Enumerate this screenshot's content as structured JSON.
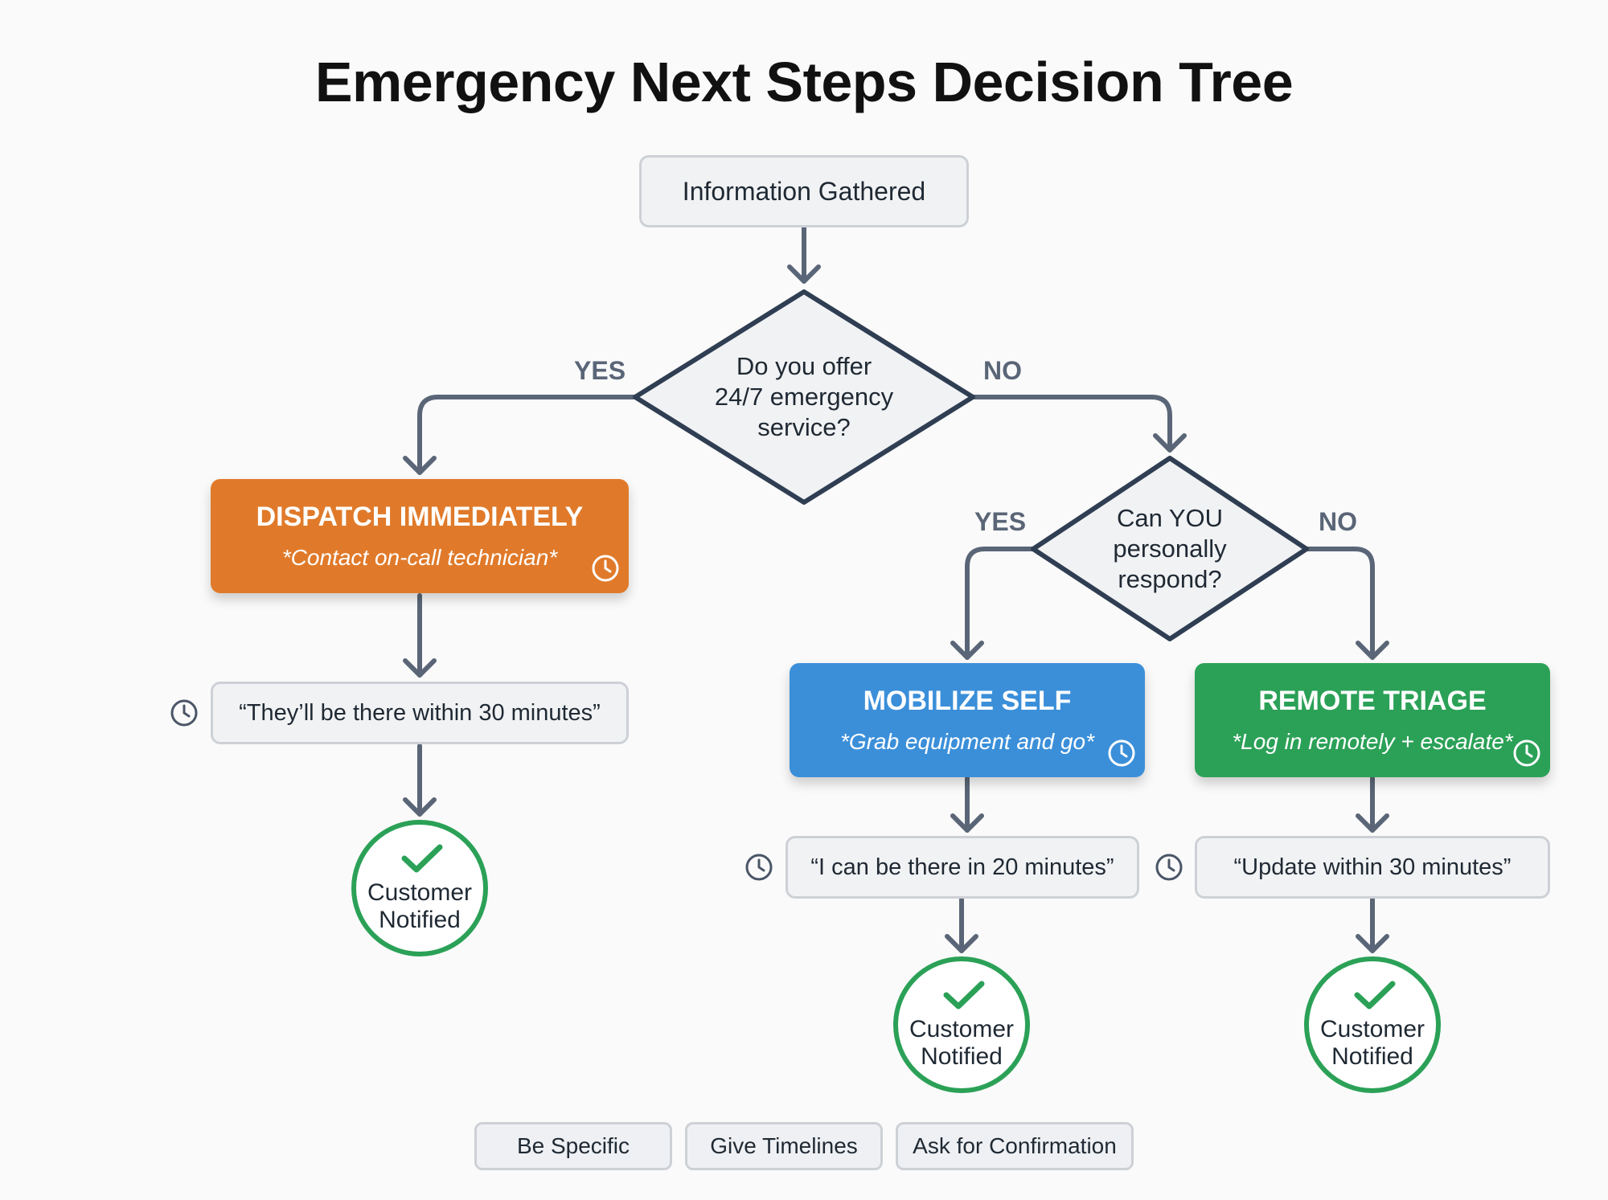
{
  "title": "Emergency Next Steps Decision Tree",
  "start": "Information Gathered",
  "decision1": {
    "lines": [
      "Do you offer",
      "24/7 emergency",
      "service?"
    ],
    "yes_label": "YES",
    "no_label": "NO"
  },
  "decision2": {
    "lines": [
      "Can YOU",
      "personally",
      "respond?"
    ],
    "yes_label": "YES",
    "no_label": "NO"
  },
  "branches": {
    "dispatch": {
      "title": "DISPATCH IMMEDIATELY",
      "subtitle": "*Contact on-call technician*",
      "quote": "“They’ll be there within 30 minutes”",
      "outcome": [
        "Customer",
        "Notified"
      ],
      "color": "#e07a2a"
    },
    "mobilize": {
      "title": "MOBILIZE SELF",
      "subtitle": "*Grab equipment and go*",
      "quote": "“I can be there in 20 minutes”",
      "outcome": [
        "Customer",
        "Notified"
      ],
      "color": "#3b8fd9"
    },
    "remote": {
      "title": "REMOTE TRIAGE",
      "subtitle": "*Log in remotely + escalate*",
      "quote": "“Update within 30 minutes”",
      "outcome": [
        "Customer",
        "Notified"
      ],
      "color": "#2ba157"
    }
  },
  "tips": [
    "Be Specific",
    "Give Timelines",
    "Ask for Confirmation"
  ],
  "icons": {
    "clock": "clock-icon",
    "check": "checkmark-icon"
  },
  "colors": {
    "connector": "#5a6677",
    "diamond_border": "#2f3e52",
    "success": "#2ba157"
  }
}
